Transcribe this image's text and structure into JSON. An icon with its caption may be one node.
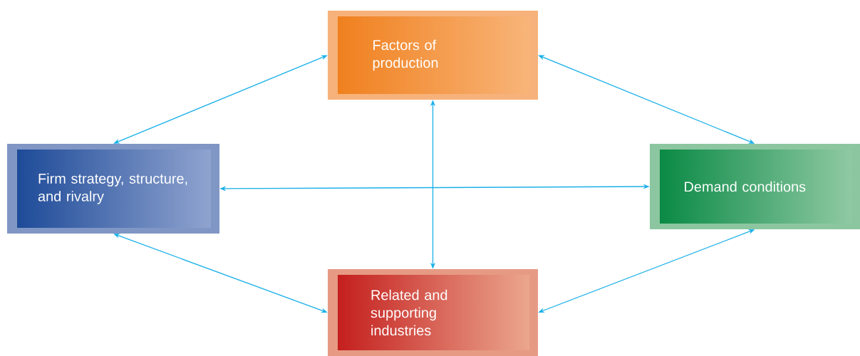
{
  "diagram": {
    "nodes": [
      {
        "text": [
          "Factors of production"
        ]
      },
      {
        "text": [
          "Firm strategy, structure, and rivalry"
        ]
      },
      {
        "text": [
          "Demand conditions"
        ]
      },
      {
        "text": [
          "Related and supporting industries"
        ]
      }
    ],
    "edges": [
      {
        "from": 0,
        "to": 1,
        "arrow": "both"
      },
      {
        "from": 0,
        "to": 2,
        "arrow": "both"
      },
      {
        "from": 0,
        "to": 3,
        "arrow": "both"
      },
      {
        "from": 1,
        "to": 2,
        "arrow": "both"
      },
      {
        "from": 1,
        "to": 3,
        "arrow": "both"
      },
      {
        "from": 2,
        "to": 3,
        "arrow": "both"
      }
    ]
  }
}
